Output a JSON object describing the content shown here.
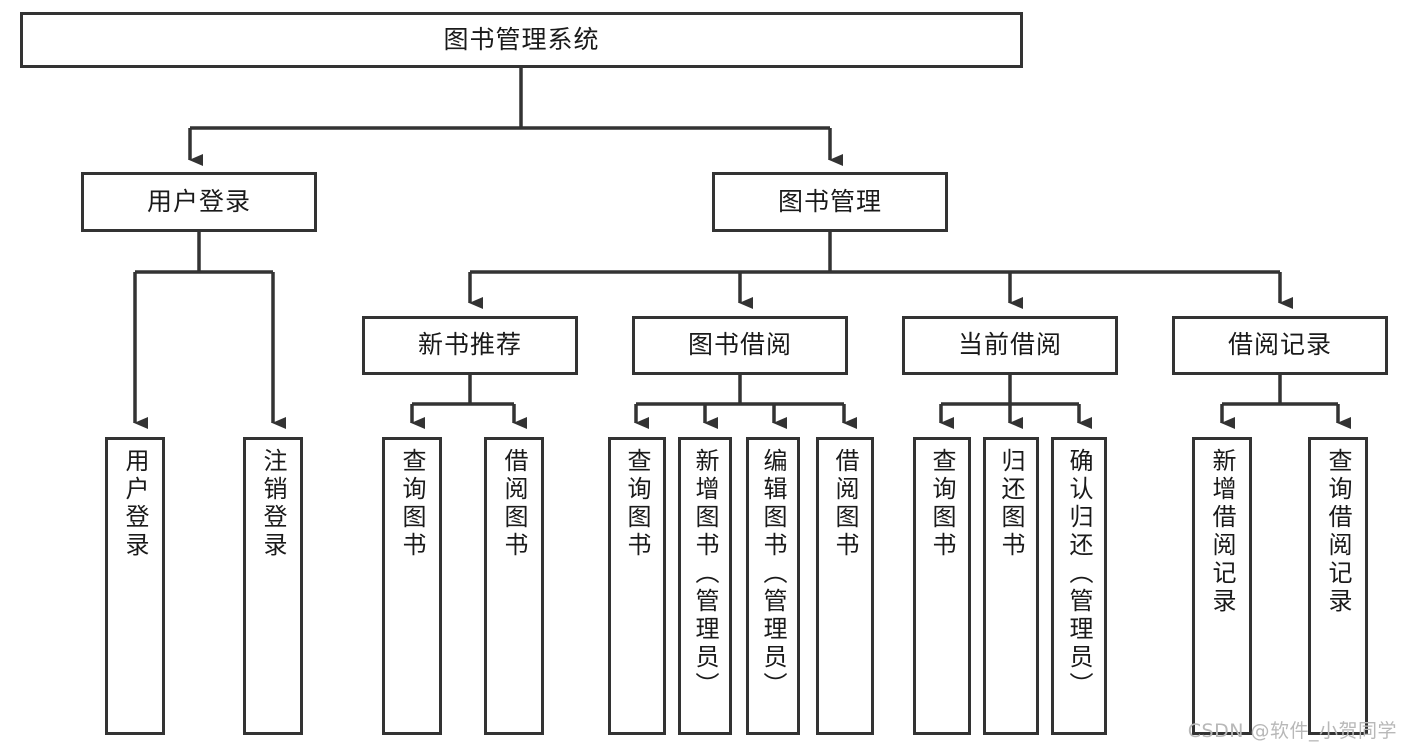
{
  "diagram": {
    "title": "图书管理系统",
    "type": "tree-hierarchy-diagram",
    "colors": {
      "box_border": "#333333",
      "box_fill": "#ffffff",
      "edge": "#333333",
      "text": "#1a1a1a",
      "watermark": "#b8b8b8",
      "background": "#ffffff"
    },
    "root": {
      "label": "图书管理系统"
    },
    "level2": [
      {
        "label": "用户登录"
      },
      {
        "label": "图书管理"
      }
    ],
    "level3": [
      {
        "label": "新书推荐"
      },
      {
        "label": "图书借阅"
      },
      {
        "label": "当前借阅"
      },
      {
        "label": "借阅记录"
      }
    ],
    "leaves": {
      "user_login": [
        {
          "label": "用户登录"
        },
        {
          "label": "注销登录"
        }
      ],
      "new_book_recommend": [
        {
          "label": "查询图书"
        },
        {
          "label": "借阅图书"
        }
      ],
      "book_borrow": [
        {
          "label": "查询图书"
        },
        {
          "label": "新增图书（管理员）"
        },
        {
          "label": "编辑图书（管理员）"
        },
        {
          "label": "借阅图书"
        }
      ],
      "current_borrow": [
        {
          "label": "查询图书"
        },
        {
          "label": "归还图书"
        },
        {
          "label": "确认归还（管理员）"
        }
      ],
      "borrow_record": [
        {
          "label": "新增借阅记录"
        },
        {
          "label": "查询借阅记录"
        }
      ]
    }
  },
  "watermark": {
    "text": "CSDN @软件_小贺同学"
  }
}
